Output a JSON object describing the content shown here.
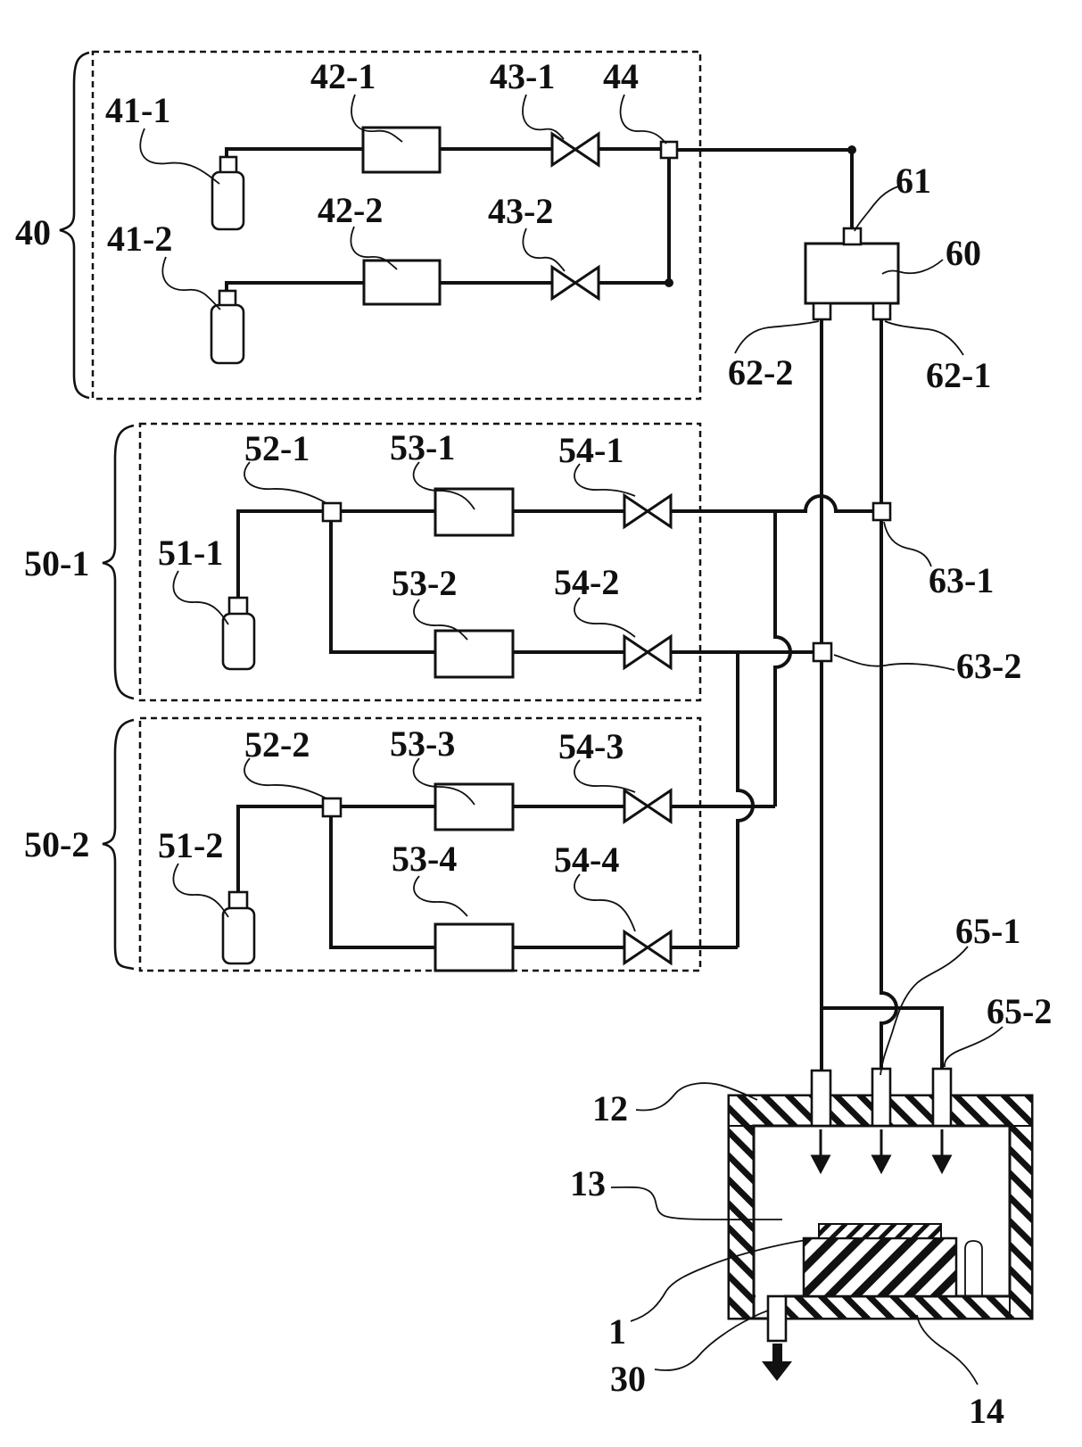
{
  "figure": {
    "kind": "patent-style piping schematic of a deposition apparatus",
    "ink_color": "#111111",
    "background_color": "#ffffff"
  },
  "labels": {
    "group40": "40",
    "group50_1": "50-1",
    "group50_2": "50-2",
    "bottle41_1": "41-1",
    "bottle41_2": "41-2",
    "mfc42_1": "42-1",
    "mfc42_2": "42-2",
    "valve43_1": "43-1",
    "valve43_2": "43-2",
    "junction44": "44",
    "bottle51_1": "51-1",
    "bottle51_2": "51-2",
    "junction52_1": "52-1",
    "junction52_2": "52-2",
    "mfc53_1": "53-1",
    "mfc53_2": "53-2",
    "mfc53_3": "53-3",
    "mfc53_4": "53-4",
    "valve54_1": "54-1",
    "valve54_2": "54-2",
    "valve54_3": "54-3",
    "valve54_4": "54-4",
    "unit60": "60",
    "port61": "61",
    "port62_1": "62-1",
    "port62_2": "62-2",
    "junction63_1": "63-1",
    "junction63_2": "63-2",
    "inlet65_1": "65-1",
    "inlet65_2": "65-2",
    "chamber12": "12",
    "interior13": "13",
    "substrate1": "1",
    "exhaust30": "30",
    "stage14": "14"
  }
}
